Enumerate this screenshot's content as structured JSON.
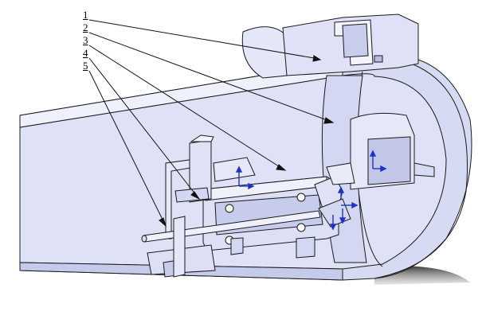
{
  "callouts": [
    {
      "label": "1",
      "target": "upper-housing-boss"
    },
    {
      "label": "2",
      "target": "inner-bulkhead"
    },
    {
      "label": "3",
      "target": "carriage-block"
    },
    {
      "label": "4",
      "target": "guide-rail"
    },
    {
      "label": "5",
      "target": "push-rod"
    }
  ],
  "colors": {
    "body_fill": "#d8dcf3",
    "body_shade": "#c6cbeb",
    "highlight": "#eef0fb",
    "outline": "#1a1a1a",
    "leader": "#111111",
    "axis_arrow": "#1d33c9",
    "ground_shadow": "#555555"
  }
}
